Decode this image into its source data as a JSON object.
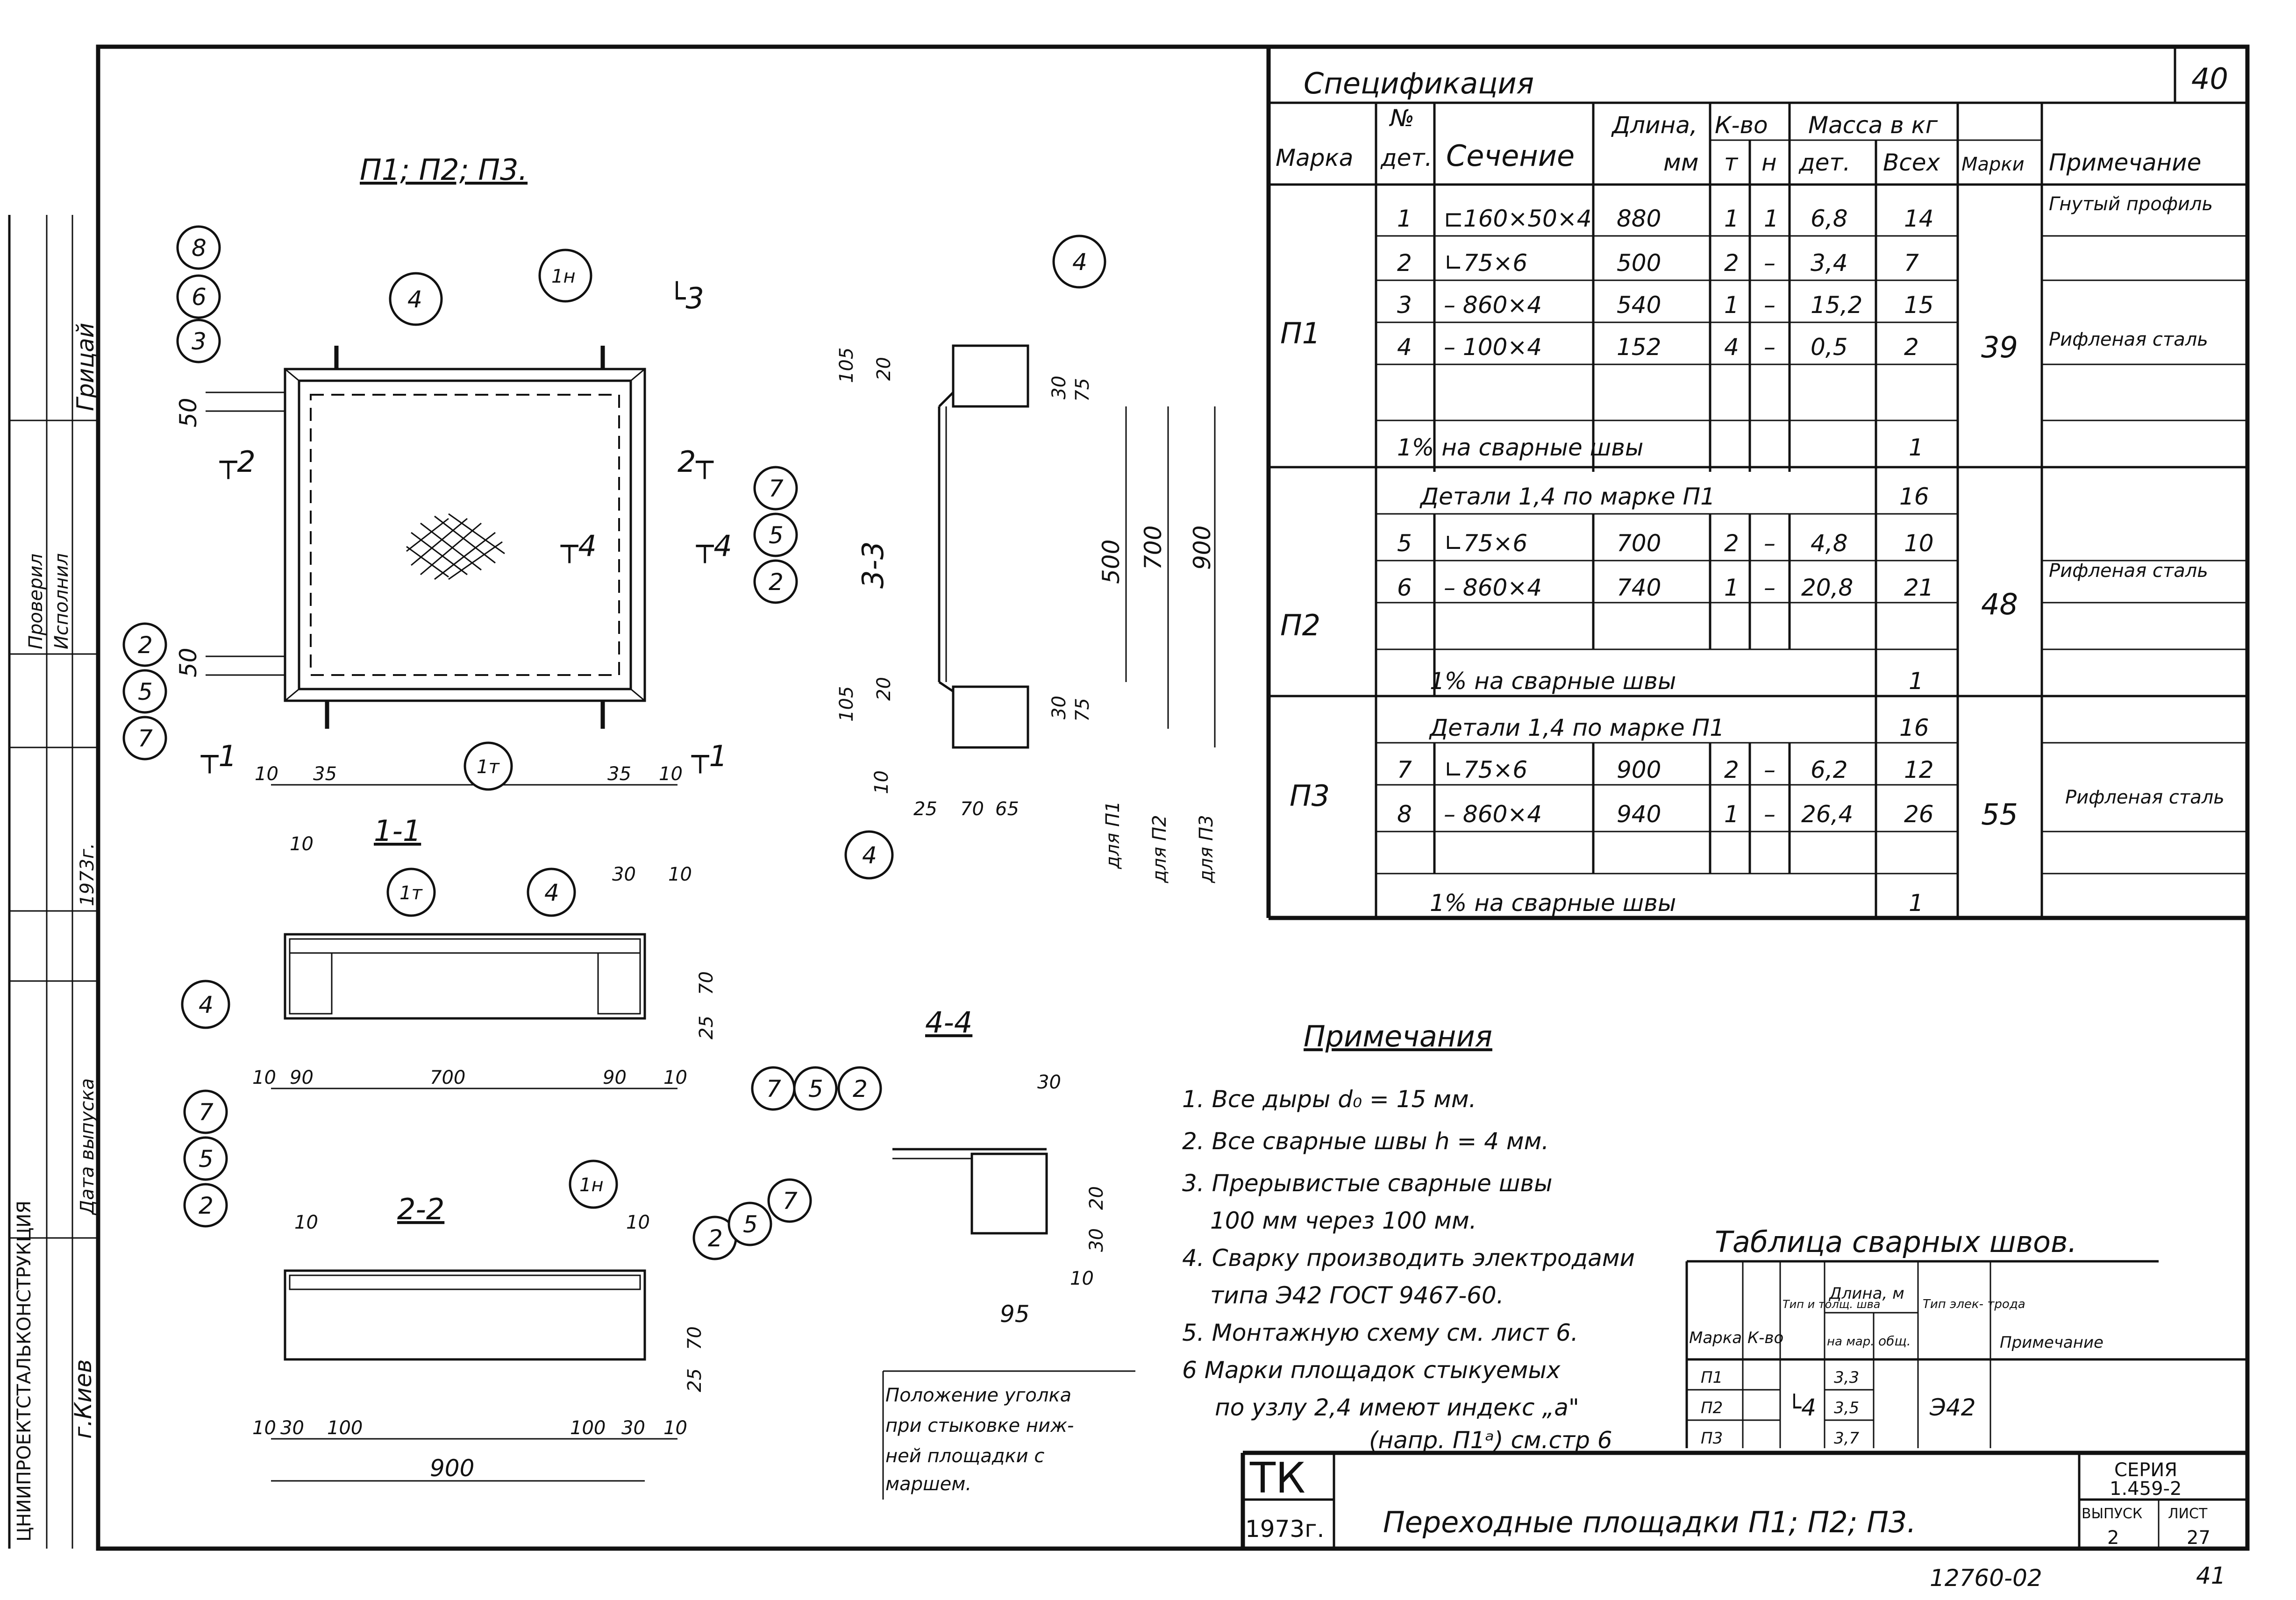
{
  "sheet_no": "40",
  "spec": {
    "title": "Спецификация",
    "headers": {
      "marka": "Марка",
      "det_no_1": "№",
      "det_no_2": "дет.",
      "section": "Сечение",
      "length_1": "Длина,",
      "length_2": "мм",
      "qty": "К-во",
      "qty_t": "т",
      "qty_n": "н",
      "mass": "Масса в кг",
      "mass_det": "дет.",
      "mass_all": "Всех",
      "mass_marki": "Марки",
      "note": "Примечание"
    },
    "groups": [
      {
        "marka": "П1",
        "mark_mass": "39",
        "rows": [
          {
            "no": "1",
            "section": "⊏160×50×4",
            "length": "880",
            "t": "1",
            "n": "1",
            "det": "6,8",
            "all": "14",
            "note": "Гнутый профиль"
          },
          {
            "no": "2",
            "section": "∟75×6",
            "length": "500",
            "t": "2",
            "n": "–",
            "det": "3,4",
            "all": "7",
            "note": ""
          },
          {
            "no": "3",
            "section": "– 860×4",
            "length": "540",
            "t": "1",
            "n": "–",
            "det": "15,2",
            "all": "15",
            "note": "Рифленая сталь"
          },
          {
            "no": "4",
            "section": "– 100×4",
            "length": "152",
            "t": "4",
            "n": "–",
            "det": "0,5",
            "all": "2",
            "note": ""
          }
        ],
        "weld_line": "1% на сварные швы",
        "weld_value": "1"
      },
      {
        "marka": "П2",
        "mark_mass": "48",
        "ref_line": "Детали 1,4 по марке П1",
        "ref_value": "16",
        "rows": [
          {
            "no": "5",
            "section": "∟75×6",
            "length": "700",
            "t": "2",
            "n": "–",
            "det": "4,8",
            "all": "10",
            "note": ""
          },
          {
            "no": "6",
            "section": "– 860×4",
            "length": "740",
            "t": "1",
            "n": "–",
            "det": "20,8",
            "all": "21",
            "note": "Рифленая сталь"
          }
        ],
        "weld_line": "1% на сварные швы",
        "weld_value": "1"
      },
      {
        "marka": "П3",
        "mark_mass": "55",
        "ref_line": "Детали 1,4 по марке П1",
        "ref_value": "16",
        "rows": [
          {
            "no": "7",
            "section": "∟75×6",
            "length": "900",
            "t": "2",
            "n": "–",
            "det": "6,2",
            "all": "12",
            "note": "Рифленая сталь"
          },
          {
            "no": "8",
            "section": "– 860×4",
            "length": "940",
            "t": "1",
            "n": "–",
            "det": "26,4",
            "all": "26",
            "note": ""
          }
        ],
        "weld_line": "1% на сварные швы",
        "weld_value": "1"
      }
    ]
  },
  "notes": {
    "title": "Примечания",
    "items": [
      "1. Все дыры d₀ = 15 мм.",
      "2. Все сварные швы h = 4 мм.",
      "3. Прерывистые сварные швы",
      "100 мм через 100 мм.",
      "4. Сварку производить электродами",
      "типа Э42 ГОСТ 9467-60.",
      "5. Монтажную схему см. лист 6.",
      "6 Марки площадок стыкуемых",
      "по узлу 2,4 имеют индекс „а\"",
      "(напр. П1ᵃ) см.стр 6"
    ]
  },
  "weld_table": {
    "title": "Таблица сварных швов.",
    "headers": {
      "marka": "Марка",
      "kvo": "К-во",
      "type": "Тип и толщ. шва",
      "length": "Длина, м",
      "len_mark": "на мар.",
      "len_total": "общ.",
      "electrode": "Тип элек- трода",
      "note": "Примечание"
    },
    "rows": [
      {
        "marka": "П1",
        "len": "3,3"
      },
      {
        "marka": "П2",
        "len": "3,5"
      },
      {
        "marka": "П3",
        "len": "3,7"
      }
    ],
    "weld_type": "└4",
    "electrode": "Э42"
  },
  "title_block": {
    "tk": "ТК",
    "year": "1973г.",
    "title": "Переходные площадки П1; П2; П3.",
    "series_label": "СЕРИЯ",
    "series": "1.459-2",
    "issue_label": "ВЫПУСК",
    "sheet_label": "ЛИСТ",
    "issue": "2",
    "sheet": "27",
    "doc_no": "12760-02",
    "page": "41"
  },
  "left_strip": {
    "org": "ЦНИИПРОЕКТСТАЛЬКОНСТРУКЦИЯ",
    "city": "г.Киев",
    "executed": "Исполнил",
    "checked": "Проверил",
    "name": "Грицай",
    "date_label": "Дата выпуска",
    "date": "1973г."
  },
  "drawing": {
    "plan_title": "П1; П2; П3.",
    "sec11": "1-1",
    "sec22": "2-2",
    "sec33": "3-3",
    "sec44": "4-4",
    "corner_note": [
      "Положение уголка",
      "при стыковке ниж-",
      "ней площадки с",
      "маршем."
    ],
    "dims_plan": [
      "50",
      "50",
      "10",
      "35",
      "35",
      "10"
    ],
    "dims_11": [
      "10",
      "90",
      "700",
      "90",
      "10",
      "30",
      "10",
      "70",
      "25"
    ],
    "dims_22": [
      "10",
      "30",
      "100",
      "100",
      "30",
      "10",
      "900",
      "10",
      "10",
      "70",
      "25"
    ],
    "dims_33": [
      "105",
      "20",
      "30",
      "75",
      "500",
      "700",
      "900",
      "105",
      "20",
      "30",
      "75",
      "10",
      "25",
      "70",
      "65"
    ],
    "dims_44": [
      "30",
      "20",
      "30",
      "10",
      "95"
    ],
    "for_labels": [
      "для П1",
      "для П2",
      "для П3"
    ],
    "callouts": [
      "8",
      "6",
      "3",
      "4",
      "1н",
      "1т",
      "2",
      "5",
      "7",
      "4",
      "7",
      "5",
      "2",
      "4",
      "1т",
      "4",
      "1н",
      "7",
      "5",
      "2",
      "2",
      "5",
      "7",
      "7",
      "5",
      "2",
      "4"
    ]
  }
}
